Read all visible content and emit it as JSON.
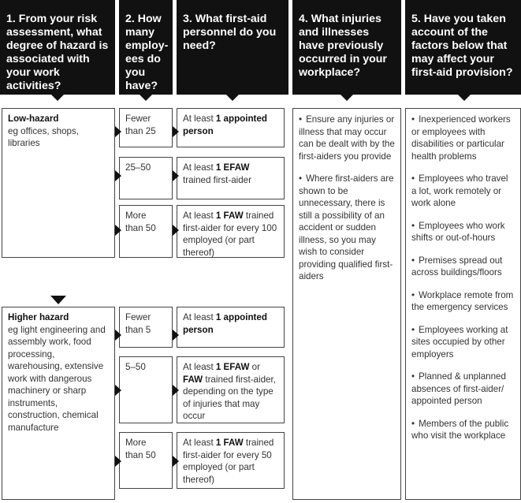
{
  "headers": [
    {
      "text": "1. From your risk assessment, what degree of hazard is associated with your work activities?"
    },
    {
      "text": "2. How many employ-ees do you have?"
    },
    {
      "text": "3. What first-aid personnel do you need?"
    },
    {
      "text": "4. What injuries and illnesses have previously occurred in your workplace?"
    },
    {
      "text": "5. Have you taken account of the factors below that may affect your first-aid provision?"
    }
  ],
  "hazards": {
    "low": {
      "title": "Low-hazard",
      "desc": "eg offices, shops, libraries"
    },
    "high": {
      "title": "Higher hazard",
      "desc": "eg light engineering and assembly work, food processing, warehousing, extensive work with dangerous machinery or sharp instruments, construction, chemical manufacture"
    }
  },
  "employees": {
    "low": [
      "Fewer than 25",
      "25–50",
      "More than 50"
    ],
    "high": [
      "Fewer than 5",
      "5–50",
      "More than 50"
    ]
  },
  "personnel": {
    "low": [
      {
        "a": "At least ",
        "b": "1 appointed person",
        "c": ""
      },
      {
        "a": "At least ",
        "b": "1 EFAW",
        "c": " trained first-aider"
      },
      {
        "a": "At least ",
        "b": "1 FAW",
        "c": " trained first-aider for every 100 employed (or part thereof)"
      }
    ],
    "high": [
      {
        "a": "At least ",
        "b": "1 appointed person",
        "c": ""
      },
      {
        "a": "At least ",
        "b": "1 EFAW",
        "c": " or ",
        "d": "FAW",
        "e": " trained first-aider, depending on the type of injuries that may occur"
      },
      {
        "a": "At least ",
        "b": "1 FAW",
        "c": " trained first-aider for every 50 employed (or part thereof)"
      }
    ]
  },
  "injuries": [
    "Ensure any injuries or illness that may occur can be dealt with by the first-aiders you provide",
    "Where first-aiders are shown to be unnecessary, there is still a possibility of an accident or sudden illness, so you may wish to consider providing qualified first-aiders"
  ],
  "factors": [
    "Inexperienced workers or employees with disabilities or particular health problems",
    "Employees who travel a lot, work remotely or work alone",
    "Employees who work shifts or out-of-hours",
    "Premises spread out across buildings/floors",
    "Workplace remote from the emergency services",
    "Employees working at sites occupied by other employers",
    "Planned & unplanned absences of first-aider/ appointed person",
    "Members of the public who visit the workplace"
  ],
  "bullet": "•"
}
